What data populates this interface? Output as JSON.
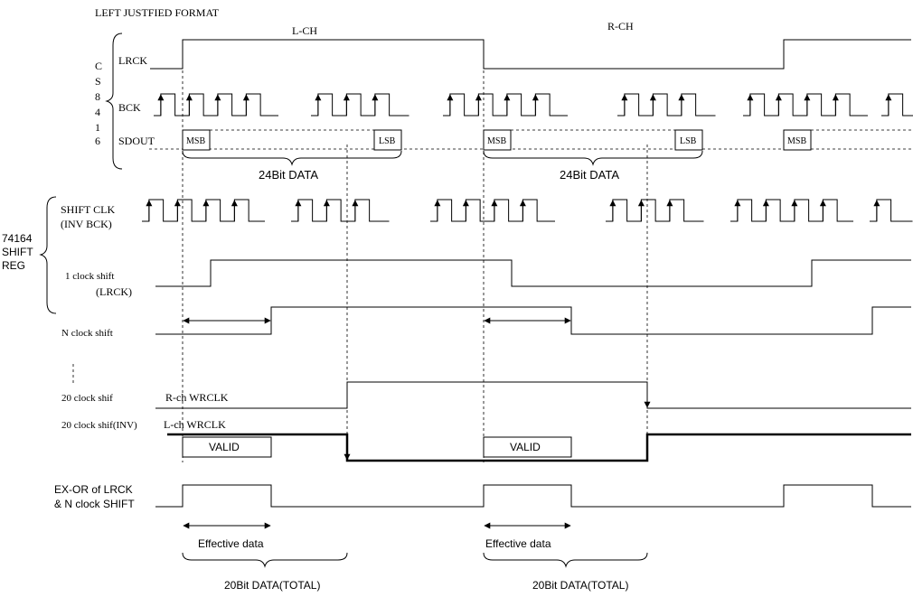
{
  "title": "LEFT JUSTFIED FORMAT",
  "channel_labels": {
    "left": "L-CH",
    "right": "R-CH"
  },
  "cs8416": {
    "letters": [
      "C",
      "S",
      "8",
      "4",
      "1",
      "6"
    ]
  },
  "signal_labels": {
    "lrck": "LRCK",
    "bck": "BCK",
    "sdout": "SDOUT",
    "shift_clk_line1": "SHIFT  CLK",
    "shift_clk_line2": "(INV  BCK)",
    "one_clock_shift_line1": "1 clock shift",
    "one_clock_shift_line2": "(LRCK)",
    "n_clock_shift": "N clock shift",
    "twenty_clock_shift": "20 clock shif",
    "twenty_clock_shift_inv": "20 clock shif(INV)",
    "r_ch_wrclk": "R-ch  WRCLK",
    "l_ch_wrclk": "L-ch  WRCLK",
    "exor_line1": "EX-OR  of LRCK",
    "exor_line2": "& N clock SHIFT"
  },
  "shift_reg": {
    "lines": [
      "74164",
      "SHIFT",
      "REG"
    ]
  },
  "data_boxes": {
    "msb": "MSB",
    "lsb": "LSB",
    "valid": "VALID"
  },
  "annotations": {
    "data_24bit": "24Bit DATA",
    "effective_data": "Effective  data",
    "data_20bit_total": "20Bit DATA(TOTAL)"
  }
}
